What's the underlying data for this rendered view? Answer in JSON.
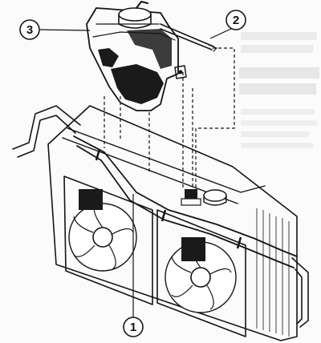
{
  "diagram": {
    "callouts": [
      {
        "id": "callout-1",
        "number": "1"
      },
      {
        "id": "callout-2",
        "number": "2"
      },
      {
        "id": "callout-3",
        "number": "3"
      }
    ]
  },
  "colors": {
    "ink": "#141414",
    "paper": "#fbfbfb",
    "bleed_through": "#c8c8c8"
  },
  "icons": {
    "coolant_reservoir": "reservoir-tank-icon",
    "radiator": "radiator-icon",
    "fan": "cooling-fan-icon",
    "hose": "hose-icon"
  }
}
